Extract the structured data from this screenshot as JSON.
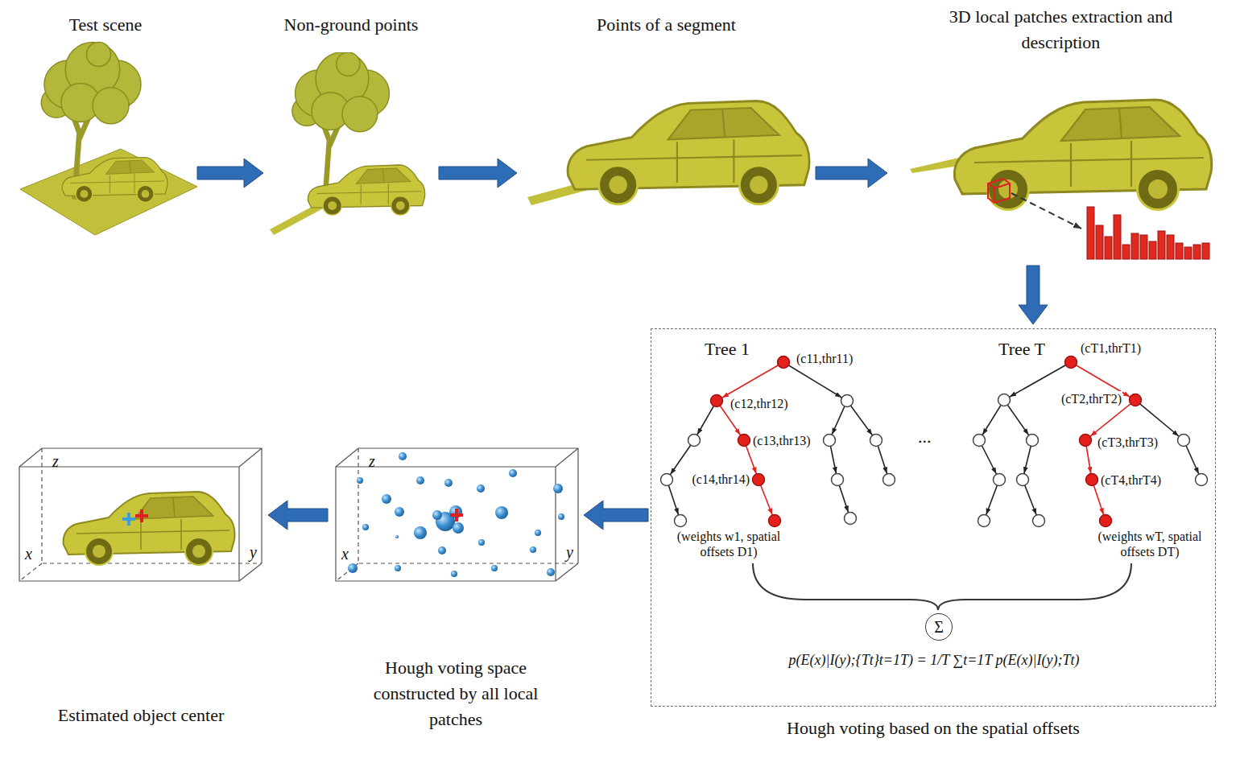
{
  "diagram": {
    "nodes": [
      {
        "text": [
          "Test scene"
        ]
      },
      {
        "text": [
          "Non-ground points"
        ]
      },
      {
        "text": [
          "Points of a segment"
        ]
      },
      {
        "text": [
          "3D local patches extraction and description"
        ]
      },
      {
        "text": [
          "Hough voting based on the spatial offsets"
        ]
      },
      {
        "text": [
          "Σ"
        ],
        "in": 4
      },
      {
        "text": [
          "Hough voting space constructed by all local patches"
        ]
      },
      {
        "text": [
          "Estimated object center"
        ]
      }
    ],
    "edges": [
      {
        "from": 0,
        "to": 1,
        "arrow": "to"
      },
      {
        "from": 1,
        "to": 2,
        "arrow": "to"
      },
      {
        "from": 2,
        "to": 3,
        "arrow": "to"
      },
      {
        "from": 3,
        "to": 4,
        "arrow": "to"
      },
      {
        "from": 4,
        "to": 6,
        "arrow": "to"
      },
      {
        "from": 6,
        "to": 7,
        "arrow": "to"
      }
    ],
    "labels": [
      "Tree 1",
      "(c11,thr11)",
      "(c12,thr12)",
      "(c13,thr13)",
      "(c14,thr14)",
      "(weights w1, spatial offsets D1)",
      "...",
      "Tree T",
      "(cT1,thrT1)",
      "(cT2,thrT2)",
      "(cT3,thrT3)",
      "(cT4,thrT4)",
      "(weights wT, spatial offsets DT)",
      "p(E(x)|I(y);{Tt}t=1T) = 1/T ∑t=1T p(E(x)|I(y);Tt)",
      "z",
      "y",
      "x",
      "z",
      "y",
      "x"
    ]
  }
}
